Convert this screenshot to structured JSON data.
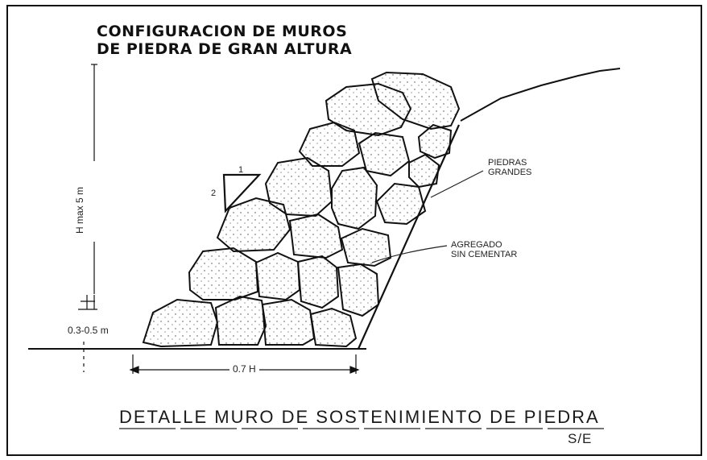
{
  "title_line1": "CONFIGURACION DE MUROS",
  "title_line2": "DE PIEDRA DE GRAN ALTURA",
  "label_large_stones_1": "PIEDRAS",
  "label_large_stones_2": "GRANDES",
  "label_aggregate_1": "AGREGADO",
  "label_aggregate_2": "SIN CEMENTAR",
  "label_height": "H max 5 m",
  "label_embed": "0.3-0.5 m",
  "label_base_width": "0.7 H",
  "label_slope_1": "1",
  "label_slope_2": "2",
  "caption": "DETALLE MURO DE SOSTENIMIENTO DE PIEDRA",
  "scale_note": "S/E"
}
